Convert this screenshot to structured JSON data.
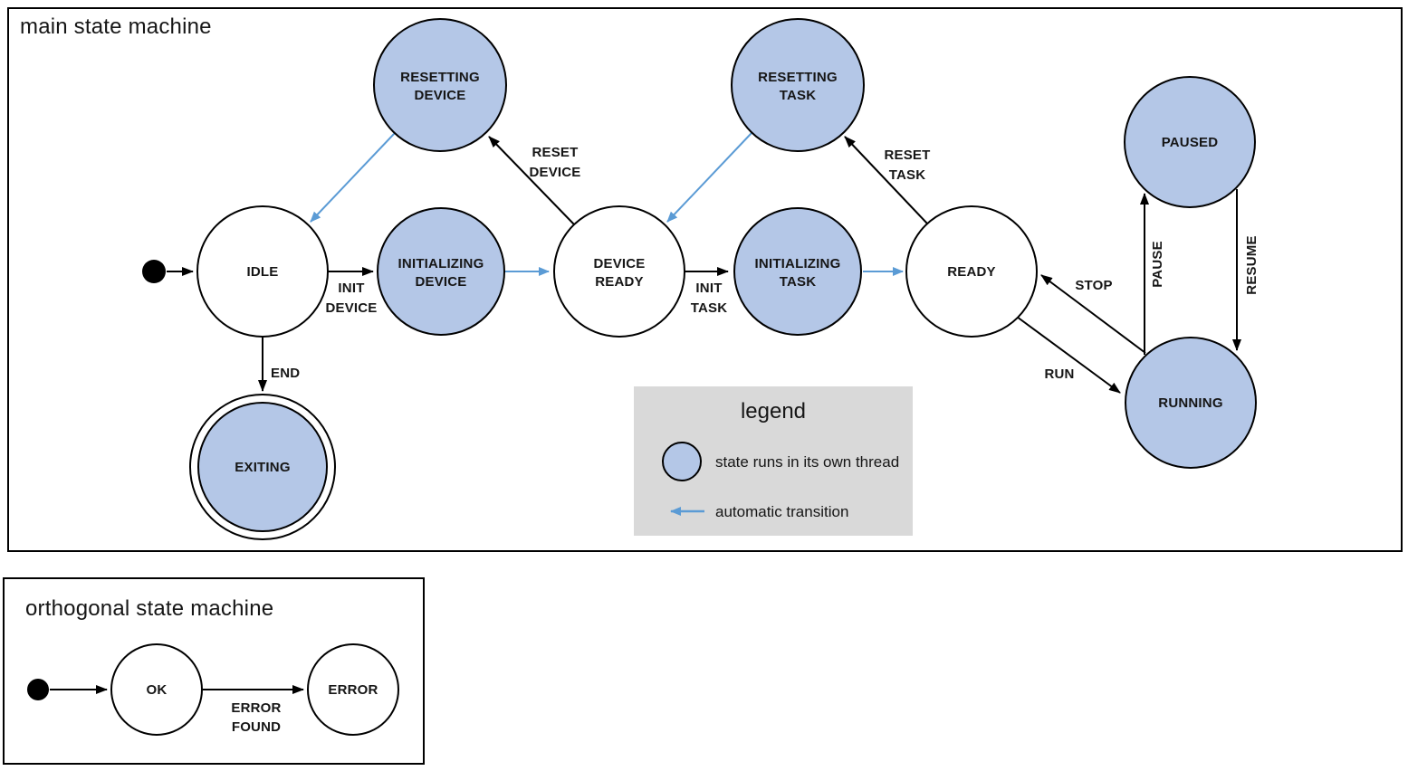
{
  "colors": {
    "thread_fill": "#b4c7e7",
    "auto_transition": "#5b9bd5",
    "legend_bg": "#d9d9d9",
    "edge_stroke": "#000000"
  },
  "main_machine": {
    "title": "main state machine",
    "states": {
      "idle": {
        "label": "IDLE",
        "threaded": false
      },
      "initializing_device": {
        "lines": [
          "INITIALIZING",
          "DEVICE"
        ],
        "threaded": true
      },
      "device_ready": {
        "lines": [
          "DEVICE",
          "READY"
        ],
        "threaded": false
      },
      "initializing_task": {
        "lines": [
          "INITIALIZING",
          "TASK"
        ],
        "threaded": true
      },
      "ready": {
        "label": "READY",
        "threaded": false
      },
      "resetting_device": {
        "lines": [
          "RESETTING",
          "DEVICE"
        ],
        "threaded": true
      },
      "resetting_task": {
        "lines": [
          "RESETTING",
          "TASK"
        ],
        "threaded": true
      },
      "paused": {
        "label": "PAUSED",
        "threaded": true
      },
      "running": {
        "label": "RUNNING",
        "threaded": true
      },
      "exiting": {
        "label": "EXITING",
        "threaded": true,
        "final": true
      }
    },
    "transitions": {
      "init_device": {
        "from": "IDLE",
        "to": "INITIALIZING DEVICE",
        "lines": [
          "INIT",
          "DEVICE"
        ]
      },
      "reset_device": {
        "from": "DEVICE READY",
        "to": "RESETTING DEVICE",
        "lines": [
          "RESET",
          "DEVICE"
        ]
      },
      "init_task": {
        "from": "DEVICE READY",
        "to": "INITIALIZING TASK",
        "lines": [
          "INIT",
          "TASK"
        ]
      },
      "reset_task": {
        "from": "READY",
        "to": "RESETTING TASK",
        "lines": [
          "RESET",
          "TASK"
        ]
      },
      "stop": {
        "from": "RUNNING",
        "to": "READY",
        "label": "STOP"
      },
      "run": {
        "from": "READY",
        "to": "RUNNING",
        "label": "RUN"
      },
      "pause": {
        "from": "RUNNING",
        "to": "PAUSED",
        "label": "PAUSE"
      },
      "resume": {
        "from": "PAUSED",
        "to": "RUNNING",
        "label": "RESUME"
      },
      "end": {
        "from": "IDLE",
        "to": "EXITING",
        "label": "END"
      }
    },
    "auto_transitions": [
      {
        "from": "INITIALIZING DEVICE",
        "to": "DEVICE READY"
      },
      {
        "from": "RESETTING DEVICE",
        "to": "IDLE"
      },
      {
        "from": "INITIALIZING TASK",
        "to": "READY"
      },
      {
        "from": "RESETTING TASK",
        "to": "DEVICE READY"
      }
    ],
    "legend": {
      "title": "legend",
      "thread_label": "state runs in its own thread",
      "auto_label": "automatic transition"
    }
  },
  "orthogonal_machine": {
    "title": "orthogonal state machine",
    "states": {
      "ok": {
        "label": "OK"
      },
      "error": {
        "label": "ERROR"
      }
    },
    "transitions": {
      "error_found": {
        "from": "OK",
        "to": "ERROR",
        "lines": [
          "ERROR",
          "FOUND"
        ]
      }
    }
  }
}
